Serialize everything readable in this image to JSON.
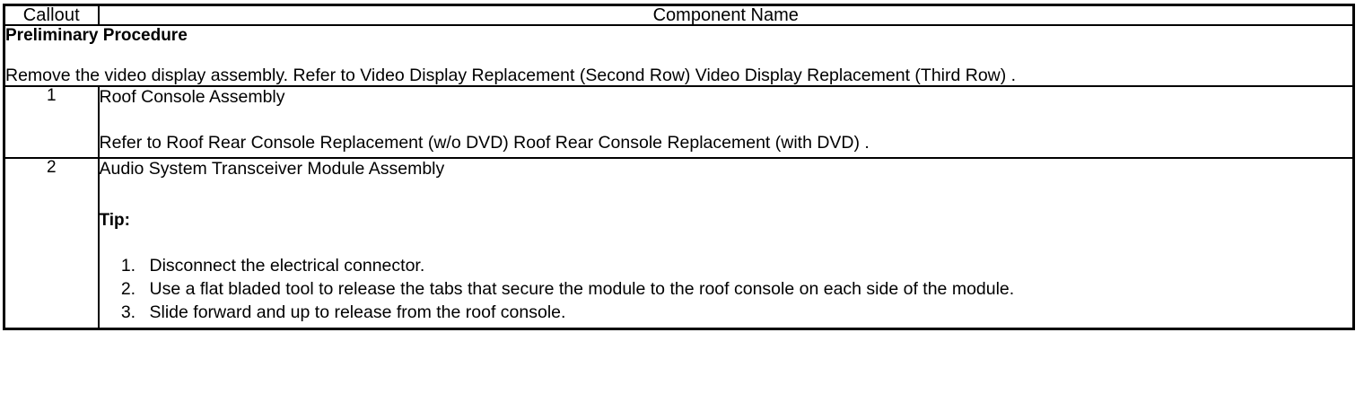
{
  "table": {
    "headers": {
      "callout": "Callout",
      "component_name": "Component Name"
    },
    "preliminary": {
      "title": "Preliminary Procedure",
      "text": "Remove the video display assembly. Refer to Video Display Replacement (Second Row) Video Display Replacement (Third Row) ."
    },
    "rows": [
      {
        "callout": "1",
        "title": "Roof Console Assembly",
        "reference": "Refer to Roof Rear Console Replacement (w/o DVD) Roof Rear Console Replacement (with DVD) ."
      },
      {
        "callout": "2",
        "title": "Audio System Transceiver Module Assembly",
        "tip_label": "Tip:",
        "steps": [
          "Disconnect the electrical connector.",
          "Use a flat bladed tool to release the tabs that secure the module to the roof console on each side of the module.",
          "Slide forward and up to release from the roof console."
        ]
      }
    ]
  },
  "colors": {
    "border": "#000000",
    "text": "#000000",
    "background": "#ffffff"
  }
}
